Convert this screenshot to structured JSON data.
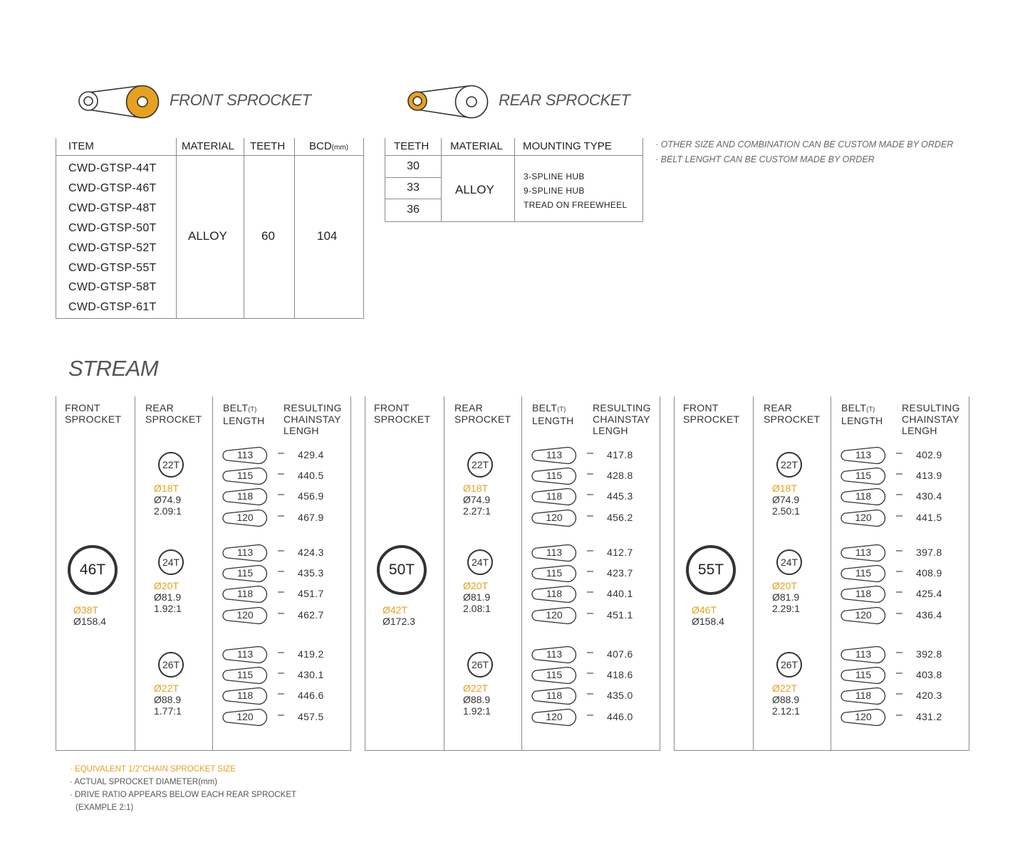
{
  "front_sprocket_title": "FRONT SPROCKET",
  "rear_sprocket_title": "REAR SPROCKET",
  "front_table": {
    "headers": {
      "item": "ITEM",
      "material": "MATERIAL",
      "teeth": "TEETH",
      "bcd": "BCD",
      "bcd_unit": "(mm)"
    },
    "items": [
      "CWD-GTSP-44T",
      "CWD-GTSP-46T",
      "CWD-GTSP-48T",
      "CWD-GTSP-50T",
      "CWD-GTSP-52T",
      "CWD-GTSP-55T",
      "CWD-GTSP-58T",
      "CWD-GTSP-61T"
    ],
    "material": "ALLOY",
    "teeth": "60",
    "bcd": "104"
  },
  "rear_table": {
    "headers": {
      "teeth": "TEETH",
      "material": "MATERIAL",
      "mounting": "MOUNTING TYPE"
    },
    "teeth": [
      "30",
      "33",
      "36"
    ],
    "material": "ALLOY",
    "mounting": [
      "3-SPLINE HUB",
      "9-SPLINE HUB",
      "TREAD ON FREEWHEEL"
    ]
  },
  "notes_top": [
    "· OTHER SIZE AND COMBINATION CAN BE CUSTOM MADE BY ORDER",
    "· BELT LENGHT CAN BE CUSTOM MADE BY ORDER"
  ],
  "stream_title": "STREAM",
  "stream_headers": {
    "front": [
      "FRONT",
      "SPROCKET"
    ],
    "rear": [
      "REAR",
      "SPROCKET"
    ],
    "belt": [
      "BELT",
      "(T)",
      "LENGTH"
    ],
    "result": [
      "RESULTING",
      "CHAINSTAY",
      "LENGH"
    ]
  },
  "belt_dash": "–",
  "panels": [
    {
      "front": {
        "teeth": "46T",
        "equivalent": "Ø38T",
        "diameter": "Ø158.4"
      },
      "rears": [
        {
          "teeth": "22T",
          "equivalent": "Ø18T",
          "diameter": "Ø74.9",
          "ratio": "2.09:1",
          "belts": [
            "113",
            "115",
            "118",
            "120"
          ],
          "results": [
            "429.4",
            "440.5",
            "456.9",
            "467.9"
          ]
        },
        {
          "teeth": "24T",
          "equivalent": "Ø20T",
          "diameter": "Ø81.9",
          "ratio": "1.92:1",
          "belts": [
            "113",
            "115",
            "118",
            "120"
          ],
          "results": [
            "424.3",
            "435.3",
            "451.7",
            "462.7"
          ]
        },
        {
          "teeth": "26T",
          "equivalent": "Ø22T",
          "diameter": "Ø88.9",
          "ratio": "1.77:1",
          "belts": [
            "113",
            "115",
            "118",
            "120"
          ],
          "results": [
            "419.2",
            "430.1",
            "446.6",
            "457.5"
          ]
        }
      ]
    },
    {
      "front": {
        "teeth": "50T",
        "equivalent": "Ø42T",
        "diameter": "Ø172.3"
      },
      "rears": [
        {
          "teeth": "22T",
          "equivalent": "Ø18T",
          "diameter": "Ø74.9",
          "ratio": "2.27:1",
          "belts": [
            "113",
            "115",
            "118",
            "120"
          ],
          "results": [
            "417.8",
            "428.8",
            "445.3",
            "456.2"
          ]
        },
        {
          "teeth": "24T",
          "equivalent": "Ø20T",
          "diameter": "Ø81.9",
          "ratio": "2.08:1",
          "belts": [
            "113",
            "115",
            "118",
            "120"
          ],
          "results": [
            "412.7",
            "423.7",
            "440.1",
            "451.1"
          ]
        },
        {
          "teeth": "26T",
          "equivalent": "Ø22T",
          "diameter": "Ø88.9",
          "ratio": "1.92:1",
          "belts": [
            "113",
            "115",
            "118",
            "120"
          ],
          "results": [
            "407.6",
            "418.6",
            "435.0",
            "446.0"
          ]
        }
      ]
    },
    {
      "front": {
        "teeth": "55T",
        "equivalent": "Ø46T",
        "diameter": "Ø158.4"
      },
      "rears": [
        {
          "teeth": "22T",
          "equivalent": "Ø18T",
          "diameter": "Ø74.9",
          "ratio": "2.50:1",
          "belts": [
            "113",
            "115",
            "118",
            "120"
          ],
          "results": [
            "402.9",
            "413.9",
            "430.4",
            "441.5"
          ]
        },
        {
          "teeth": "24T",
          "equivalent": "Ø20T",
          "diameter": "Ø81.9",
          "ratio": "2.29:1",
          "belts": [
            "113",
            "115",
            "118",
            "120"
          ],
          "results": [
            "397.8",
            "408.9",
            "425.4",
            "436.4"
          ]
        },
        {
          "teeth": "26T",
          "equivalent": "Ø22T",
          "diameter": "Ø88.9",
          "ratio": "2.12:1",
          "belts": [
            "113",
            "115",
            "118",
            "120"
          ],
          "results": [
            "392.8",
            "403.8",
            "420.3",
            "431.2"
          ]
        }
      ]
    }
  ],
  "notes_bottom": [
    "· EQUIVALENT 1/2\"CHAIN SPROCKET SIZE",
    "· ACTUAL SPROCKET DIAMETER(mm)",
    "· DRIVE RATIO APPEARS BELOW EACH REAR SPROCKET",
    "(EXAMPLE 2:1)"
  ],
  "colors": {
    "accent": "#e8a020",
    "text": "#222222",
    "rule": "#8a8a8a"
  },
  "icons": [
    "front-sprocket-drive-icon",
    "rear-sprocket-drive-icon"
  ]
}
